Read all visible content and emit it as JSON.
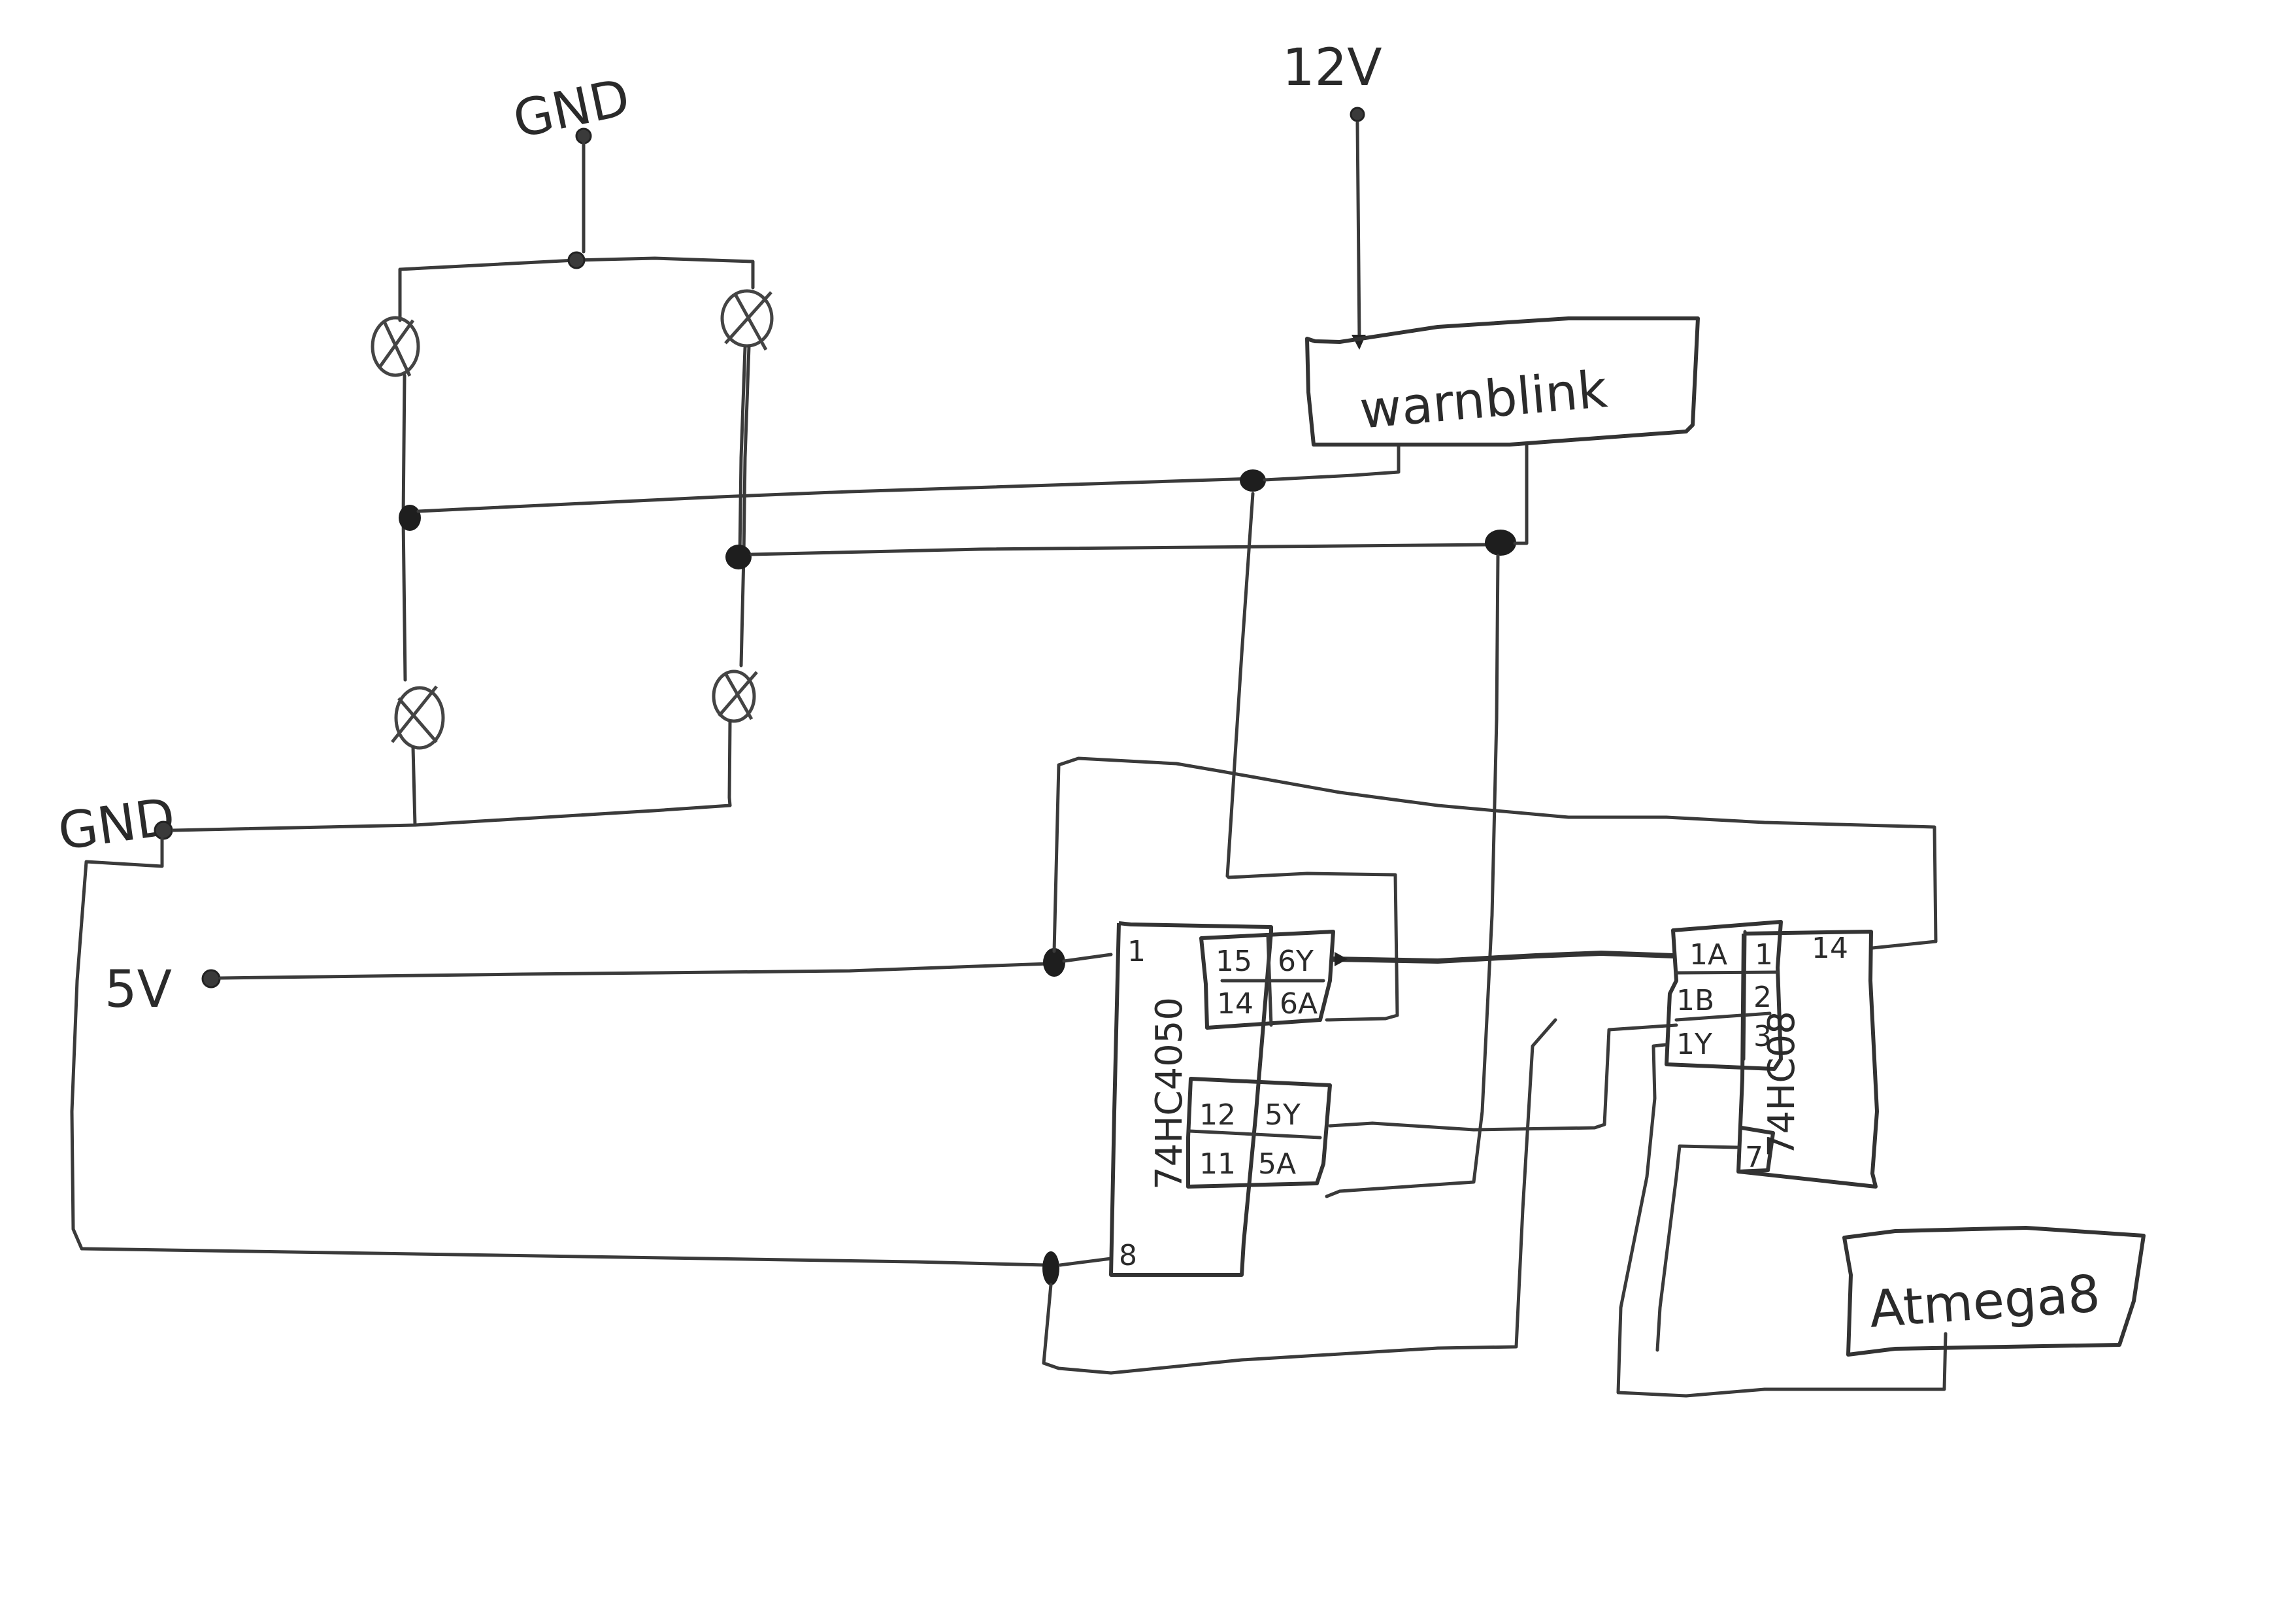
{
  "diagram": {
    "type": "hand-drawn circuit schematic",
    "ink_color": "#333333",
    "background": "#ffffff"
  },
  "power": {
    "gnd_top": "GND",
    "v12": "12V",
    "gnd_left": "GND",
    "v5": "5V"
  },
  "lamps": {
    "count": 4,
    "symbol": "lamp-cross-circle"
  },
  "warnblink": {
    "label": "warnblink"
  },
  "ic_4050": {
    "name": "74HC4050",
    "pin_vcc": "1",
    "pin_gnd": "8",
    "buffers": [
      {
        "in_pin": "14",
        "in_name": "6A",
        "out_pin": "15",
        "out_name": "6Y"
      },
      {
        "in_pin": "11",
        "in_name": "5A",
        "out_pin": "12",
        "out_name": "5Y"
      }
    ]
  },
  "ic_08": {
    "name": "74HC08",
    "pin_vcc": "14",
    "pin_gnd": "7",
    "gate": [
      {
        "name": "1A",
        "pin": "1"
      },
      {
        "name": "1B",
        "pin": "2"
      },
      {
        "name": "1Y",
        "pin": "3"
      }
    ]
  },
  "mcu": {
    "label": "Atmega8"
  }
}
